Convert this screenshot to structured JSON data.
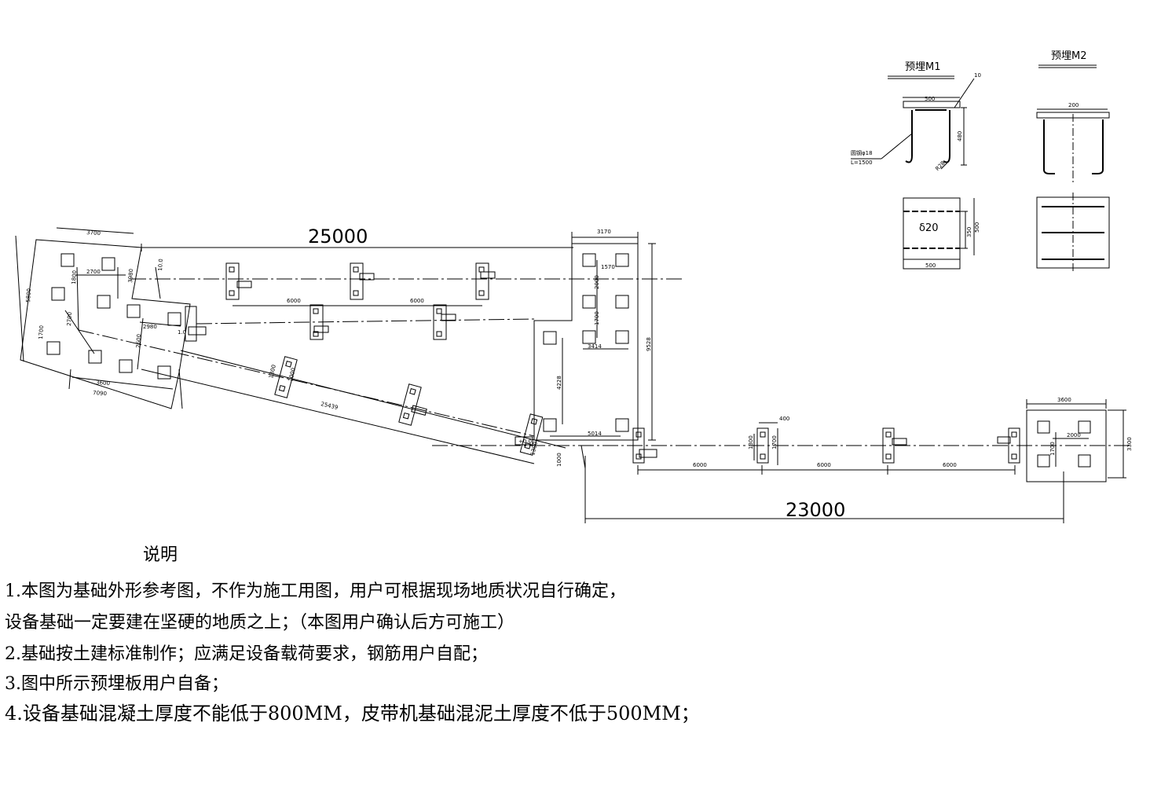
{
  "drawing": {
    "overall_top": "25000",
    "overall_bottom": "23000",
    "embed_m1": {
      "title": "预埋M1",
      "top_width": "500",
      "plate_thk": "10",
      "height": "480",
      "rebar": "圆钢φ18",
      "rebar_len": "L=1500",
      "bend": "R28",
      "plan_thk": "δ20",
      "plan_height_inner": "350",
      "plan_height": "500",
      "plan_width": "500"
    },
    "embed_m2": {
      "title": "预埋M2",
      "top_width": "200"
    },
    "left_base": {
      "w_top": "3700",
      "h_side": "5800",
      "a1": "2700",
      "a2": "1800",
      "a3": "3980",
      "a4": "2700",
      "a5": "1700",
      "a6": "2980",
      "a7": "2600",
      "a8": "3600",
      "w_bottom": "7090",
      "t1": "10.0",
      "t2": "1.0"
    },
    "conveyor_top": {
      "span1": "6000",
      "span2": "6000"
    },
    "incline": {
      "len": "25439",
      "d1": "1300",
      "d2": "1000"
    },
    "mid_base": {
      "w_top": "3170",
      "b1": "1570",
      "b2": "2000",
      "b3": "1700",
      "b4": "3414",
      "b5": "4228",
      "b6": "5014",
      "h": "9528",
      "d_low": "1000",
      "mark_a": "+0.0",
      "mark_b": "1300"
    },
    "conveyor_right": {
      "w": "400",
      "h1": "1300",
      "h2": "1700",
      "span1": "6000",
      "span2": "6000",
      "span3": "6000"
    },
    "right_base": {
      "w": "3600",
      "h": "3300",
      "in_w": "2000",
      "in_h": "1700"
    }
  },
  "notes": {
    "title": "说明",
    "line1": "1.本图为基础外形参考图，不作为施工用图，用户可根据现场地质状况自行确定，",
    "line2": "  设备基础一定要建在坚硬的地质之上；（本图用户确认后方可施工）",
    "line3": "2.基础按土建标准制作；应满足设备载荷要求，钢筋用户自配；",
    "line4": "3.图中所示预埋板用户自备；",
    "line5": "4.设备基础混凝土厚度不能低于800MM，皮带机基础混泥土厚度不低于500MM；"
  }
}
